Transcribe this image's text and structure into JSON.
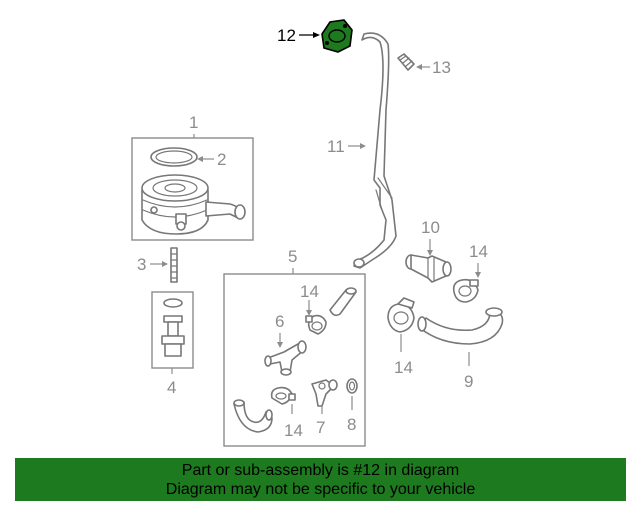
{
  "callouts": {
    "c1": "1",
    "c2": "2",
    "c3": "3",
    "c4": "4",
    "c5": "5",
    "c6": "6",
    "c7": "7",
    "c8": "8",
    "c9": "9",
    "c10": "10",
    "c11": "11",
    "c12": "12",
    "c13": "13",
    "c14a": "14",
    "c14b": "14",
    "c14c": "14",
    "c14d": "14"
  },
  "highlight": {
    "part_number": "12",
    "color": "#1e7a1e"
  },
  "banner": {
    "line1": "Part or sub-assembly is #12 in diagram",
    "line2": "Diagram may not be specific to your vehicle",
    "background": "#1e7a1e"
  }
}
